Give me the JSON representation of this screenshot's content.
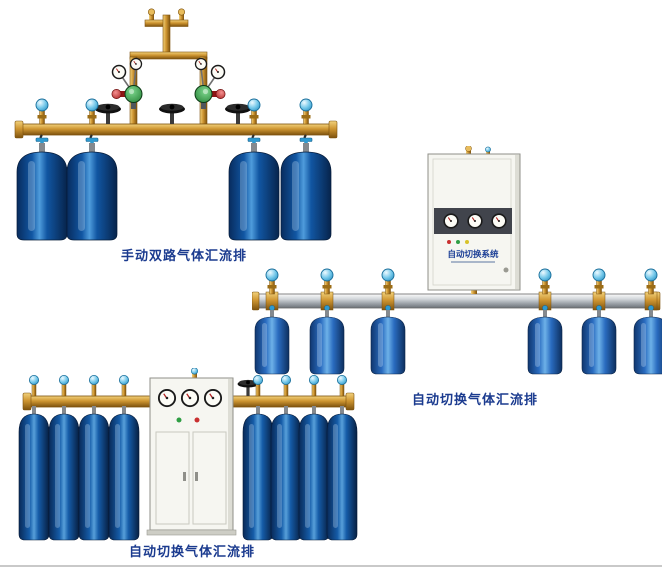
{
  "page": {
    "background": "#ffffff",
    "bottom_rule_color": "#c9c9c9"
  },
  "colors": {
    "caption_text": "#1b3b8f",
    "brass_pipe": "#cf9632",
    "cylinder_blue_dark": "#0a2c5e",
    "cylinder_blue_light": "#4f9cdc",
    "valve_cap_blue": "#74c8ea",
    "rail_silver": "#d3d7db",
    "cabinet_body": "#f6f6f1",
    "regulator_green": "#1d7a2d",
    "regulator_red": "#a31616"
  },
  "products": [
    {
      "caption": "手动双路气体汇流排"
    },
    {
      "caption": "自动切换气体汇流排"
    },
    {
      "caption": "自动切换气体汇流排"
    }
  ],
  "cabinet": {
    "label": "自动切换系统"
  }
}
